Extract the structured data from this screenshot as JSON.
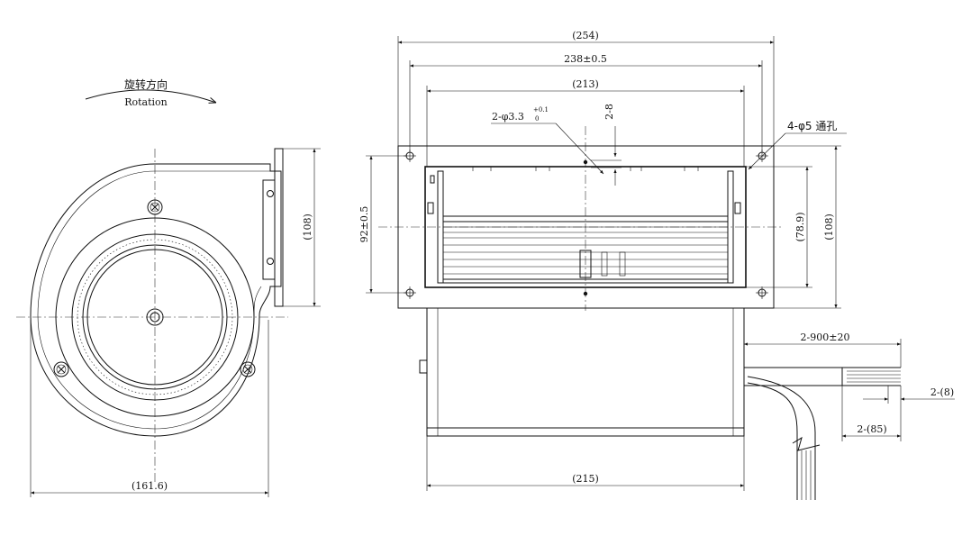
{
  "rotation": {
    "cn": "旋转方向",
    "en": "Rotation"
  },
  "dimensions": {
    "side_width": "(161.6)",
    "side_height": "(108)",
    "overall_width": "(254)",
    "hole_spacing": "238±0.5",
    "housing_width": "(213)",
    "body_width": "(215)",
    "hole_small_prefix": "2-φ3.3",
    "hole_small_tol_upper": "+0.1",
    "hole_small_tol_lower": "0",
    "hole_offset": "2-8",
    "through_holes": "4-φ5 通孔",
    "front_height_left": "92±0.5",
    "front_height_inner": "(78.9)",
    "front_height_right": "(108)",
    "lead_length": "2-900±20",
    "strip_8": "2-(8)",
    "strip_85": "2-(85)"
  }
}
